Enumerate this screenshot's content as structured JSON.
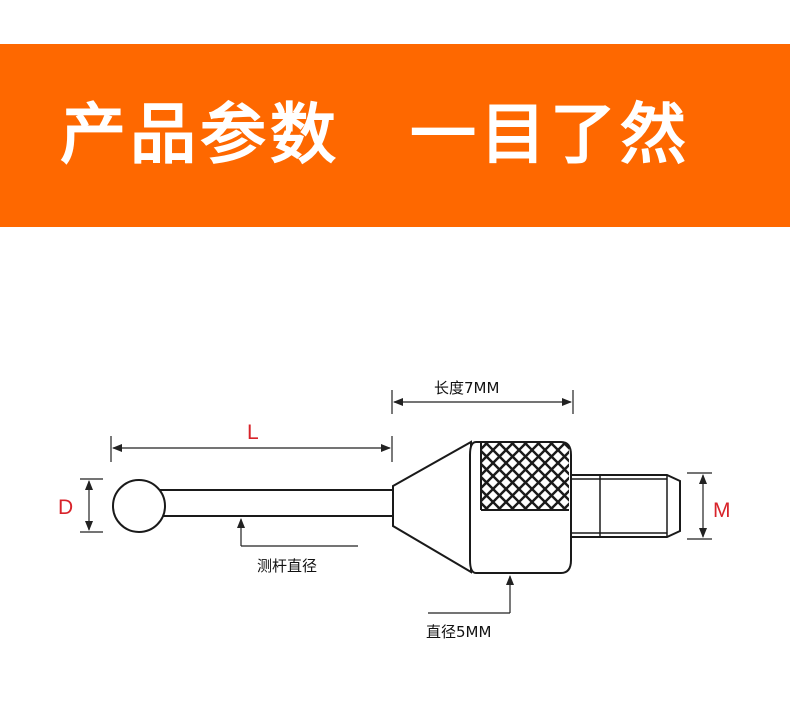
{
  "banner": {
    "title": "产品参数　一目了然",
    "background_color": "#fe6800",
    "text_color": "#ffffff"
  },
  "diagram": {
    "labels": {
      "length": "L",
      "ball_diameter": "D",
      "thread": "M",
      "body_length": "长度7MM",
      "stem_diameter": "测杆直径",
      "body_diameter": "直径5MM"
    },
    "label_color": "#d8232a"
  }
}
